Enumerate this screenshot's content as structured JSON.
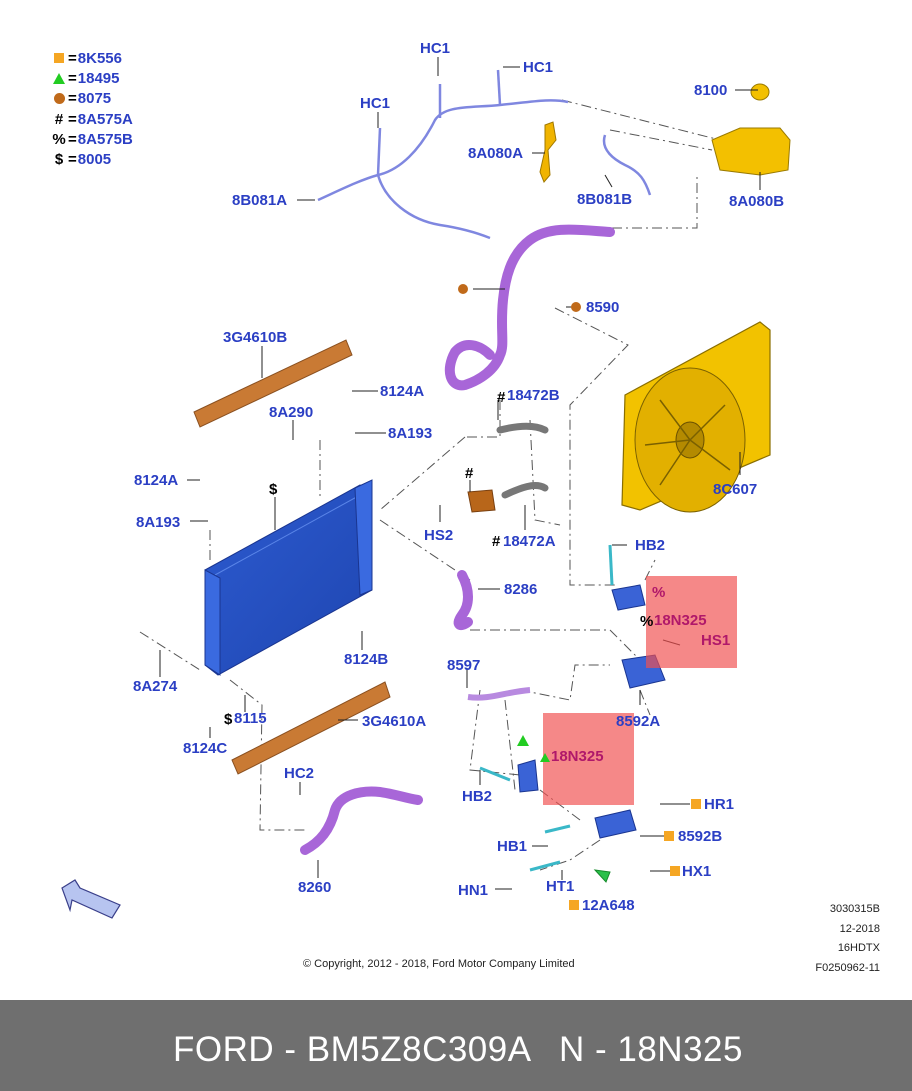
{
  "legend": [
    {
      "symbol": "square",
      "value": "8K556"
    },
    {
      "symbol": "triangle",
      "value": "18495"
    },
    {
      "symbol": "circle",
      "value": "8075"
    },
    {
      "symbol": "#",
      "value": "8A575A"
    },
    {
      "symbol": "%",
      "value": "8A575B"
    },
    {
      "symbol": "$",
      "value": "8005"
    }
  ],
  "symbols": {
    "eq": "=",
    "hash": "#",
    "percent": "%",
    "dollar": "$"
  },
  "labels": {
    "hc1_top": "HC1",
    "hc1_right": "HC1",
    "hc1_left": "HC1",
    "p8100": "8100",
    "p8a080a": "8A080A",
    "p8b081a": "8B081A",
    "p8b081b": "8B081B",
    "p8a080b": "8A080B",
    "p8590": "8590",
    "p3g4610b": "3G4610B",
    "p8124a_top": "8124A",
    "p18472b": "18472B",
    "p8a290": "8A290",
    "p8a193_top": "8A193",
    "p8124a_left": "8124A",
    "p8a193_left": "8A193",
    "p8c607": "8C607",
    "hs2": "HS2",
    "p18472a": "18472A",
    "hb2_top": "HB2",
    "p8286": "8286",
    "p18n325_a": "18N325",
    "hs1": "HS1",
    "p8124b": "8124B",
    "p8a274": "8A274",
    "p8597": "8597",
    "p8592a": "8592A",
    "p8115": "8115",
    "p3g4610a": "3G4610A",
    "p8124c": "8124C",
    "p18n325_b": "18N325",
    "hc2": "HC2",
    "hb2_bottom": "HB2",
    "hr1": "HR1",
    "hb1": "HB1",
    "p8592b": "8592B",
    "hn1": "HN1",
    "ht1": "HT1",
    "hx1": "HX1",
    "p12a648": "12A648",
    "p8260": "8260"
  },
  "info": {
    "line1": "3030315B",
    "line2": "12-2018",
    "line3": "16HDTX",
    "line4": "F0250962-11"
  },
  "copyright": "© Copyright, 2012 - 2018, Ford Motor Company Limited",
  "footer": {
    "left": "FORD - BM5Z8C309A",
    "right": "N - 18N325"
  },
  "colors": {
    "label": "#2b3fc4",
    "highlight": "#f05050",
    "footer_bg": "#6f6f6f",
    "radiator": "#3a63d6",
    "hose": "#b07ad8",
    "fan": "#f2c200",
    "brace": "#c97a34"
  }
}
